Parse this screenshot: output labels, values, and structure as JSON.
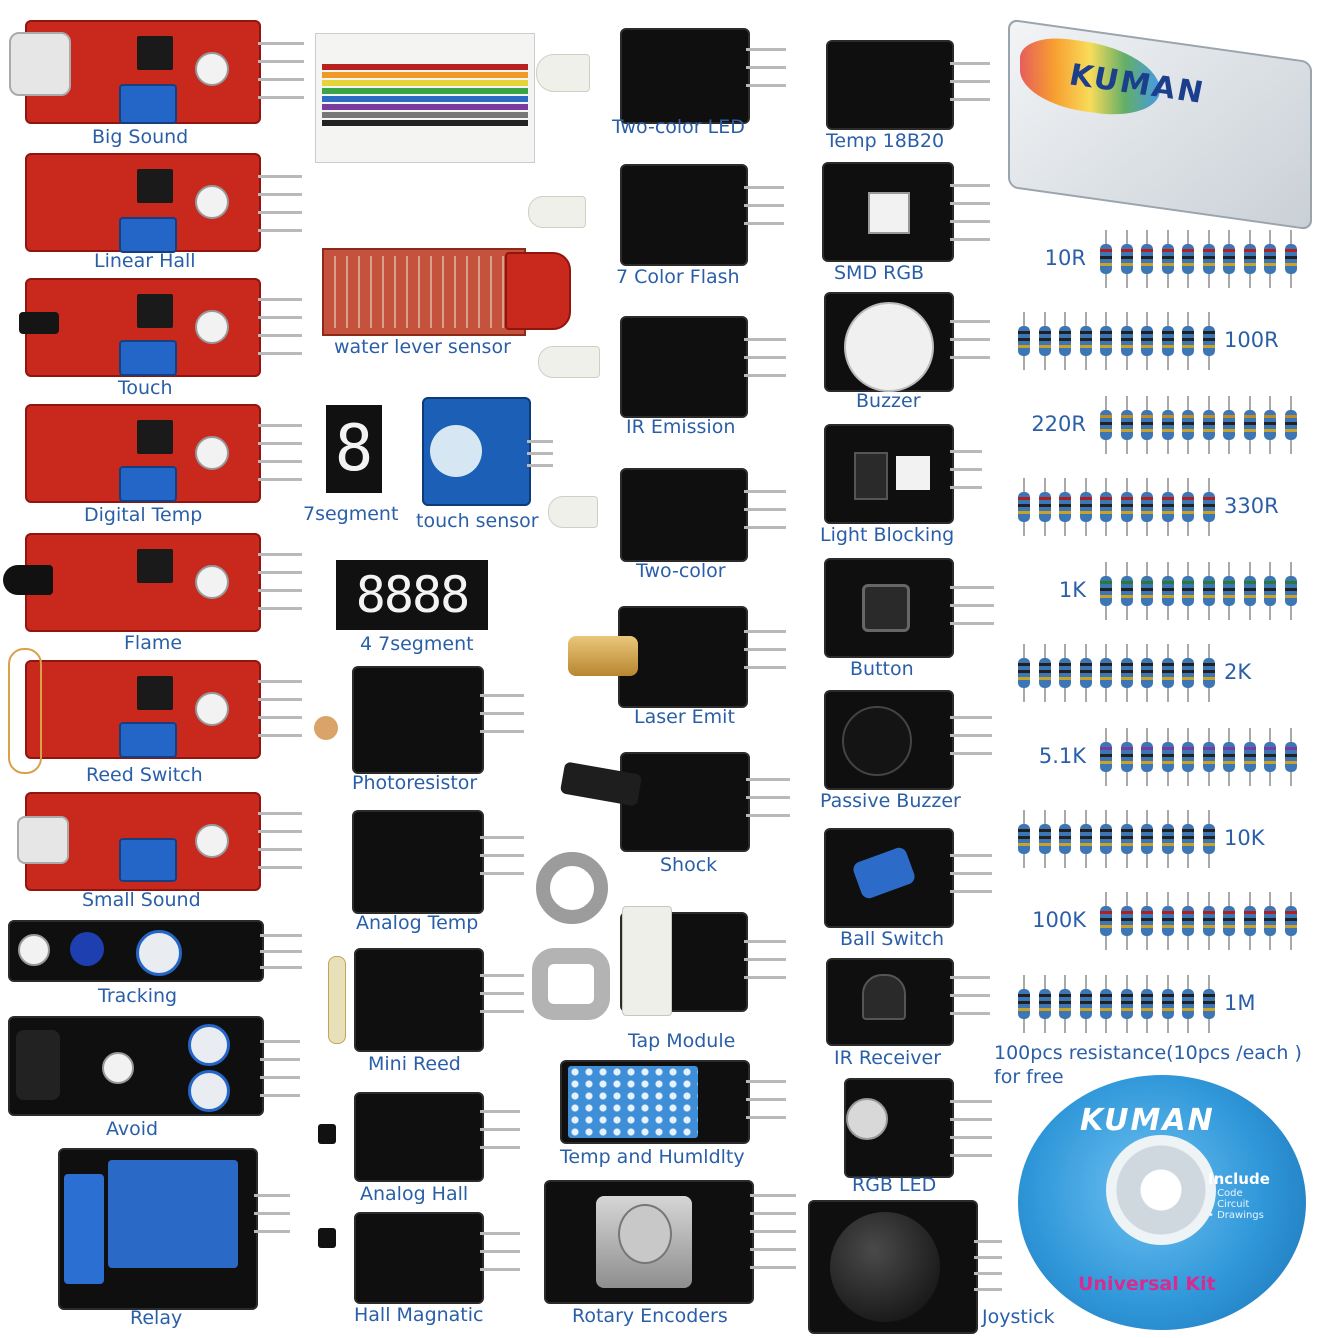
{
  "labels": {
    "big_sound": "Big Sound",
    "linear_hall": "Linear Hall",
    "touch": "Touch",
    "digital_temp": "Digital Temp",
    "flame": "Flame",
    "reed_switch": "Reed Switch",
    "small_sound": "Small Sound",
    "tracking": "Tracking",
    "avoid": "Avoid",
    "relay": "Relay",
    "water_lever_sensor": "water lever sensor",
    "seven_segment": "7segment",
    "touch_sensor": "touch sensor",
    "four_seven_segment": "4 7segment",
    "photoresistor": "Photoresistor",
    "analog_temp": "Analog Temp",
    "mini_reed": "Mini Reed",
    "analog_hall": "Analog Hall",
    "hall_magnatic": "Hall Magnatic",
    "two_color_led": "Two-color LED",
    "seven_color_flash": "7 Color Flash",
    "ir_emission": "IR Emission",
    "two_color": "Two-color",
    "laser_emit": "Laser Emit",
    "shock": "Shock",
    "tap_module": "Tap Module",
    "temp_and_humidity": "Temp and Humldlty",
    "rotary_encoders": "Rotary Encoders",
    "temp_18b20": "Temp 18B20",
    "smd_rgb": "SMD RGB",
    "buzzer": "Buzzer",
    "light_blocking": "Light Blocking",
    "button": "Button",
    "passive_buzzer": "Passive Buzzer",
    "ball_switch": "Ball Switch",
    "ir_receiver": "IR Receiver",
    "rgb_led": "RGB LED",
    "joystick": "Joystick"
  },
  "resistors": {
    "values": [
      "10R",
      "100R",
      "220R",
      "330R",
      "1K",
      "2K",
      "5.1K",
      "10K",
      "100K",
      "1M"
    ],
    "caption_line1": "100pcs resistance(10pcs /each )",
    "caption_line2": "for free"
  },
  "segment_display": {
    "single": "8",
    "quad": "8888"
  },
  "cd": {
    "brand": "KUMAN",
    "include": "Include",
    "items": [
      "• Code",
      "• Circuit",
      "• Drawings"
    ],
    "kit": "Universal Kit"
  },
  "box": {
    "brand": "KUMAN"
  },
  "colors": {
    "label_text": "#2a5fa8",
    "red_board": "#c9281d",
    "black_board": "#0f0f0f",
    "blue_board": "#1b5fb6",
    "resistor_body": "#3c76b5"
  }
}
